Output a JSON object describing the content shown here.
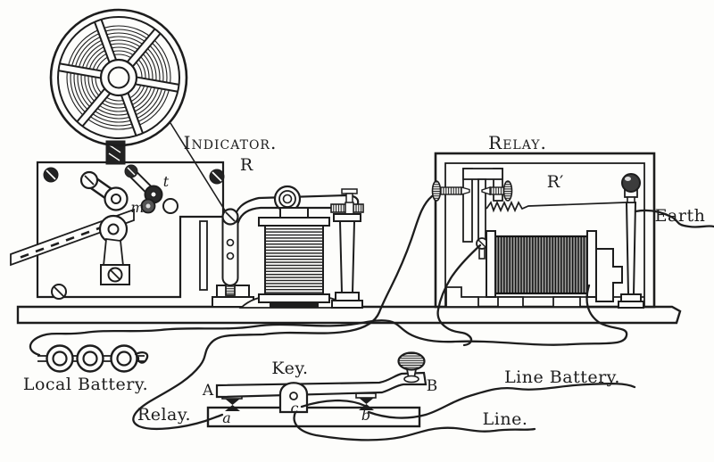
{
  "figure": {
    "background": "#fdfdfb",
    "ink": "#1d1d1d",
    "description": "Engraving of a Morse telegraph set: indicator with paper-tape reel, relay, telegraph key, local battery, line battery, line and earth connections"
  },
  "labels": {
    "indicator_title": "Indicator.",
    "indicator_ref": "R",
    "relay_title": "Relay.",
    "relay_ref": "R′",
    "earth": "Earth",
    "local_battery": "Local Battery.",
    "relay_wire": "Relay.",
    "key_title": "Key.",
    "key_left": "A",
    "key_right": "B",
    "key_contact_left": "a",
    "key_contact_center": "c",
    "key_contact_right": "b",
    "line_battery": "Line Battery.",
    "line_wire": "Line.",
    "indicator_part_t": "t",
    "indicator_part_m": "m"
  }
}
